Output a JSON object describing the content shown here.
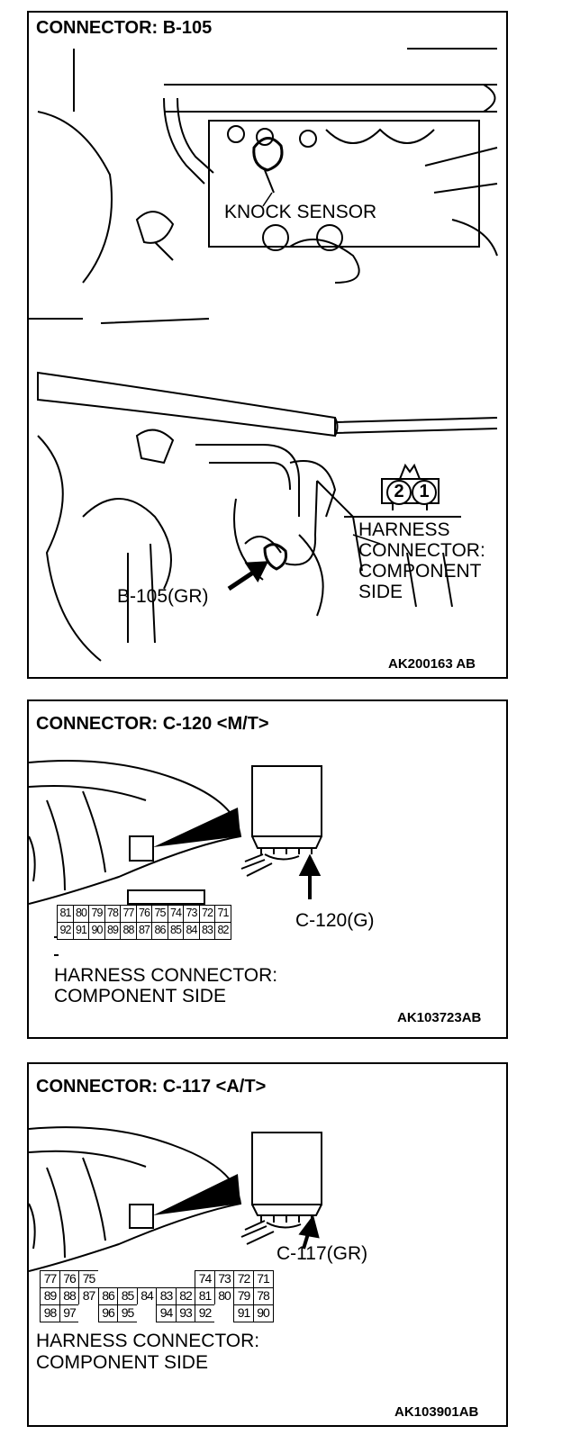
{
  "panel1": {
    "title": "CONNECTOR: B-105",
    "knock_sensor": "KNOCK SENSOR",
    "harness_line1": "HARNESS",
    "harness_line2": "CONNECTOR:",
    "harness_line3": "COMPONENT",
    "harness_line4": "SIDE",
    "connector_label": "B-105(GR)",
    "pin_left": "2",
    "pin_right": "1",
    "ref": "AK200163 AB"
  },
  "panel2": {
    "title": "CONNECTOR: C-120 <M/T>",
    "connector_label": "C-120(G)",
    "row1": [
      "81",
      "80",
      "79",
      "78",
      "77",
      "76",
      "75",
      "74",
      "73",
      "72",
      "71"
    ],
    "row2": [
      "92",
      "91",
      "90",
      "89",
      "88",
      "87",
      "86",
      "85",
      "84",
      "83",
      "82"
    ],
    "harness_line1": "HARNESS CONNECTOR:",
    "harness_line2": "COMPONENT SIDE",
    "ref": "AK103723AB"
  },
  "panel3": {
    "title": "CONNECTOR: C-117 <A/T>",
    "connector_label": "C-117(GR)",
    "row1": [
      "77",
      "76",
      "75",
      "",
      "",
      "",
      "",
      "",
      "74",
      "73",
      "72",
      "71"
    ],
    "row2": [
      "89",
      "88",
      "87",
      "86",
      "85",
      "84",
      "83",
      "82",
      "81",
      "80",
      "79",
      "78"
    ],
    "row3": [
      "98",
      "97",
      "",
      "96",
      "95",
      "",
      "94",
      "93",
      "92",
      "",
      "91",
      "90"
    ],
    "harness_line1": "HARNESS CONNECTOR:",
    "harness_line2": "COMPONENT SIDE",
    "ref": "AK103901AB"
  }
}
